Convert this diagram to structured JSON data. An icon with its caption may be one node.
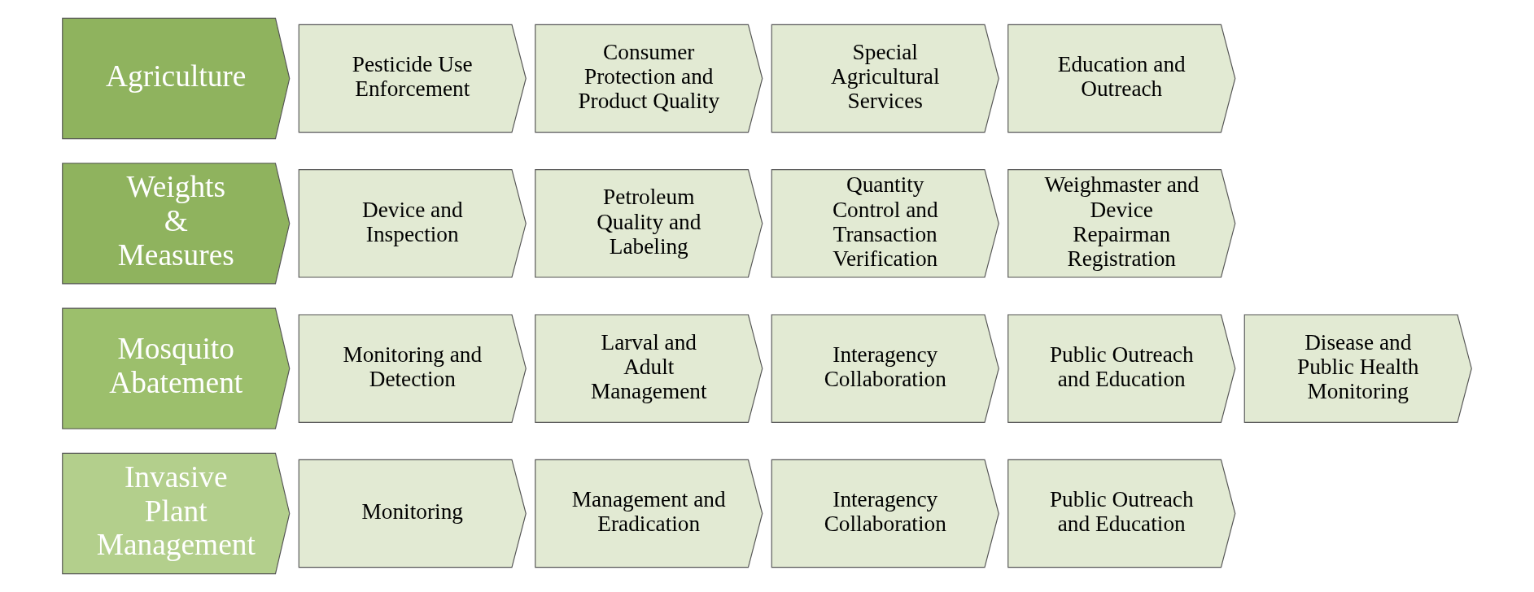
{
  "diagram": {
    "nodes": [
      {
        "text": [
          "Agriculture"
        ]
      },
      {
        "text": [
          "Pesticide Use Enforcement"
        ]
      },
      {
        "text": [
          "Consumer Protection and Product Quality"
        ]
      },
      {
        "text": [
          "Special Agricultural Services"
        ]
      },
      {
        "text": [
          "Education and Outreach"
        ]
      },
      {
        "text": [
          "Weights & Measures"
        ]
      },
      {
        "text": [
          "Device and Inspection"
        ]
      },
      {
        "text": [
          "Petroleum Quality and Labeling"
        ]
      },
      {
        "text": [
          "Quantity Control and Transaction Verification"
        ]
      },
      {
        "text": [
          "Weighmaster and Device Repairman Registration"
        ]
      },
      {
        "text": [
          "Mosquito Abatement"
        ]
      },
      {
        "text": [
          "Monitoring and Detection"
        ]
      },
      {
        "text": [
          "Larval and Adult Management"
        ]
      },
      {
        "text": [
          "Interagency Collaboration"
        ]
      },
      {
        "text": [
          "Public Outreach and Education"
        ]
      },
      {
        "text": [
          "Disease and Public Health Monitoring"
        ]
      },
      {
        "text": [
          "Invasive Plant Management"
        ]
      },
      {
        "text": [
          "Monitoring"
        ]
      },
      {
        "text": [
          "Management and Eradication"
        ]
      },
      {
        "text": [
          "Interagency Collaboration"
        ]
      },
      {
        "text": [
          "Public Outreach and Education"
        ]
      }
    ],
    "edges": []
  }
}
